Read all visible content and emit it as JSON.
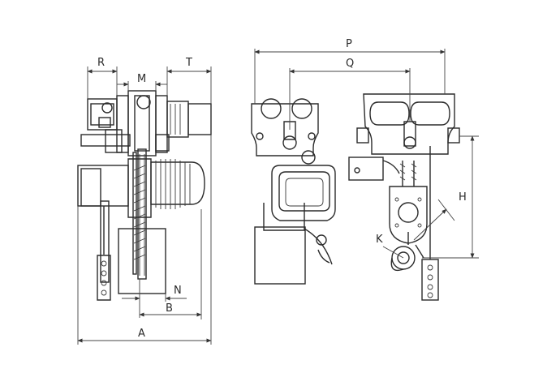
{
  "dimension_labels": {
    "R": "R",
    "M": "M",
    "T": "T",
    "P": "P",
    "Q": "Q",
    "H": "H",
    "K": "K",
    "N": "N",
    "B": "B",
    "A": "A"
  }
}
